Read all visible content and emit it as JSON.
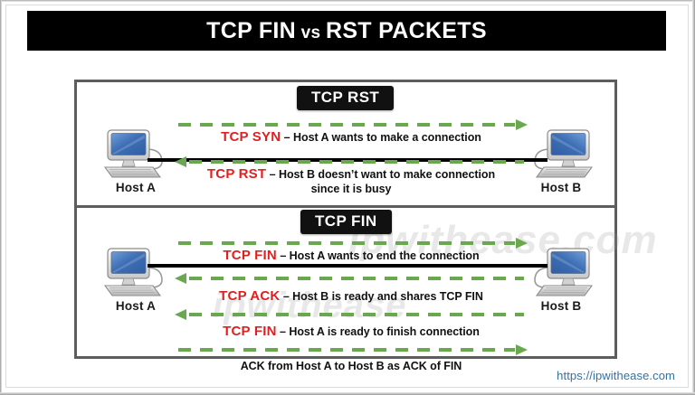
{
  "title": {
    "main": "TCP FIN",
    "vs": "vs",
    "rest": "RST PACKETS",
    "full": "TCP FIN vs RST PACKETS"
  },
  "colors": {
    "title_bg": "#000000",
    "title_fg": "#ffffff",
    "arrow_green": "#6aa84f",
    "tag_red": "#e02020",
    "connection_black": "#000000",
    "url_blue": "#2e74a8",
    "box_border": "#5d5d5d"
  },
  "sections": [
    {
      "id": "rst",
      "badge": "TCP RST",
      "hosts": {
        "left": "Host A",
        "right": "Host B"
      },
      "messages": [
        {
          "direction": "right",
          "tag": "TCP SYN",
          "dash": " – ",
          "text": "Host A wants to make a connection",
          "line2": ""
        },
        {
          "direction": "left",
          "tag": "TCP RST",
          "dash": " – ",
          "text": "Host B doesn’t want to make connection",
          "line2": "since it is busy"
        }
      ]
    },
    {
      "id": "fin",
      "badge": "TCP FIN",
      "hosts": {
        "left": "Host A",
        "right": "Host B"
      },
      "messages": [
        {
          "direction": "right",
          "tag": "TCP FIN",
          "dash": " – ",
          "text": "Host A wants to end the connection",
          "line2": ""
        },
        {
          "direction": "left",
          "tag": "TCP ACK",
          "dash": " – ",
          "text": "Host B is ready and shares TCP FIN",
          "line2": ""
        },
        {
          "direction": "left",
          "tag": "TCP FIN",
          "dash": " – ",
          "text": "Host A is ready to finish connection",
          "line2": ""
        },
        {
          "direction": "right",
          "tag": "",
          "dash": "",
          "text": "ACK from Host A to Host B as ACK of FIN",
          "line2": ""
        }
      ]
    }
  ],
  "watermark": {
    "text_1": "ipwithease.com",
    "text_2": "ipwithease"
  },
  "footer": {
    "url": "https://ipwithease.com"
  }
}
